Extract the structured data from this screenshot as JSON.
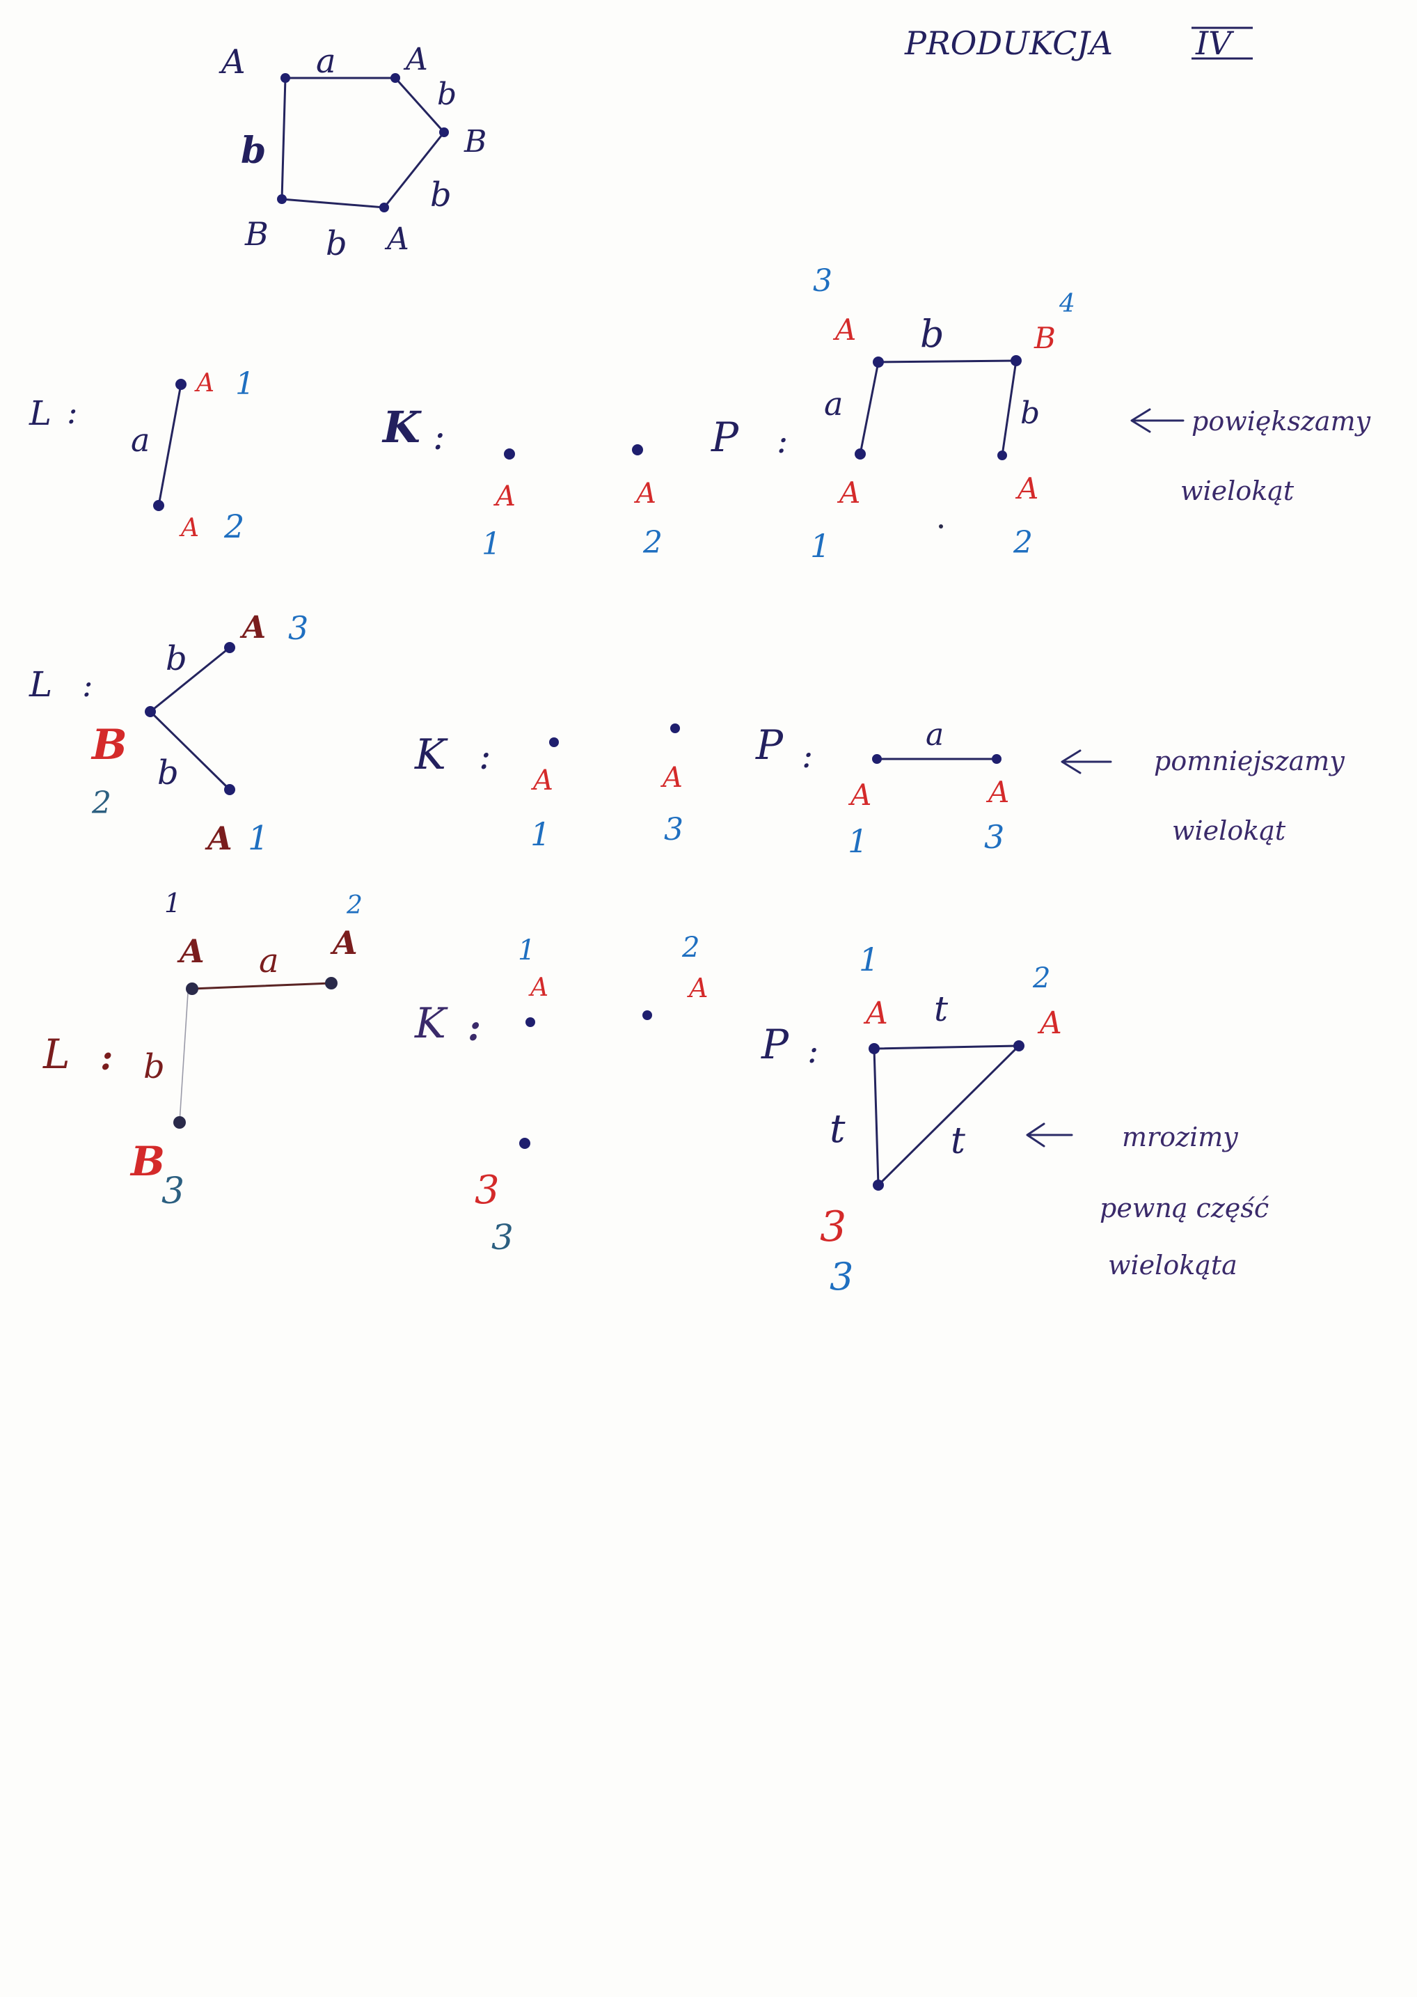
{
  "header": {
    "title": "PRODUKCJA",
    "roman": "IV"
  },
  "pentagon": {
    "labels": {
      "top_left": "A",
      "top_right": "A",
      "right": "B",
      "bottom_right": "A",
      "bottom_left": "B"
    },
    "edges": {
      "top": "a",
      "upper_right": "b",
      "lower_right": "b",
      "bottom": "b",
      "left": "b"
    }
  },
  "rule1": {
    "L": {
      "symbol": "L",
      "edge": "a",
      "nodes": [
        {
          "label": "A",
          "num": "1"
        },
        {
          "label": "A",
          "num": "2"
        }
      ]
    },
    "K": {
      "symbol": "K",
      "nodes": [
        {
          "label": "A",
          "num": "1"
        },
        {
          "label": "A",
          "num": "2"
        }
      ]
    },
    "P": {
      "symbol": "P",
      "edges": {
        "left": "a",
        "top": "b",
        "right": "b"
      },
      "nodes": [
        {
          "label": "A",
          "num": "3"
        },
        {
          "label": "B",
          "num": "4"
        },
        {
          "label": "A",
          "num": "1"
        },
        {
          "label": "A",
          "num": "2"
        }
      ]
    },
    "note": [
      "powiększamy",
      "wielokąt"
    ]
  },
  "rule2": {
    "L": {
      "symbol": "L",
      "edges": {
        "upper": "b",
        "lower": "b"
      },
      "nodes": [
        {
          "label": "A",
          "num": "3"
        },
        {
          "label": "B",
          "num": "2"
        },
        {
          "label": "A",
          "num": "1"
        }
      ]
    },
    "K": {
      "symbol": "K",
      "nodes": [
        {
          "label": "A",
          "num": "1"
        },
        {
          "label": "A",
          "num": "3"
        }
      ]
    },
    "P": {
      "symbol": "P",
      "edge": "a",
      "nodes": [
        {
          "label": "A",
          "num": "1"
        },
        {
          "label": "A",
          "num": "3"
        }
      ]
    },
    "note": [
      "pomniejszamy",
      "wielokąt"
    ]
  },
  "rule3": {
    "L": {
      "symbol": "L",
      "edges": {
        "top": "a",
        "left": "b"
      },
      "nodes": [
        {
          "label": "A",
          "num": "1"
        },
        {
          "label": "A",
          "num": "2"
        },
        {
          "label": "B",
          "num": "3"
        }
      ]
    },
    "K": {
      "symbol": "K",
      "nodes": [
        {
          "label": "A",
          "num": "1"
        },
        {
          "label": "A",
          "num": "2"
        },
        {
          "label": "3",
          "num": "3"
        }
      ]
    },
    "P": {
      "symbol": "P",
      "edges": {
        "top": "t",
        "left": "t",
        "diagonal": "t"
      },
      "nodes": [
        {
          "label": "A",
          "num": "1"
        },
        {
          "label": "A",
          "num": "2"
        },
        {
          "label": "3",
          "num": "3"
        }
      ]
    },
    "note": [
      "mrozimy",
      "pewną część",
      "wielokąta"
    ]
  },
  "colors": {
    "ink": "#23205e",
    "label_red": "#d42a2a",
    "number_blue": "#1f6fc0",
    "maroon": "#7a1d1d"
  }
}
